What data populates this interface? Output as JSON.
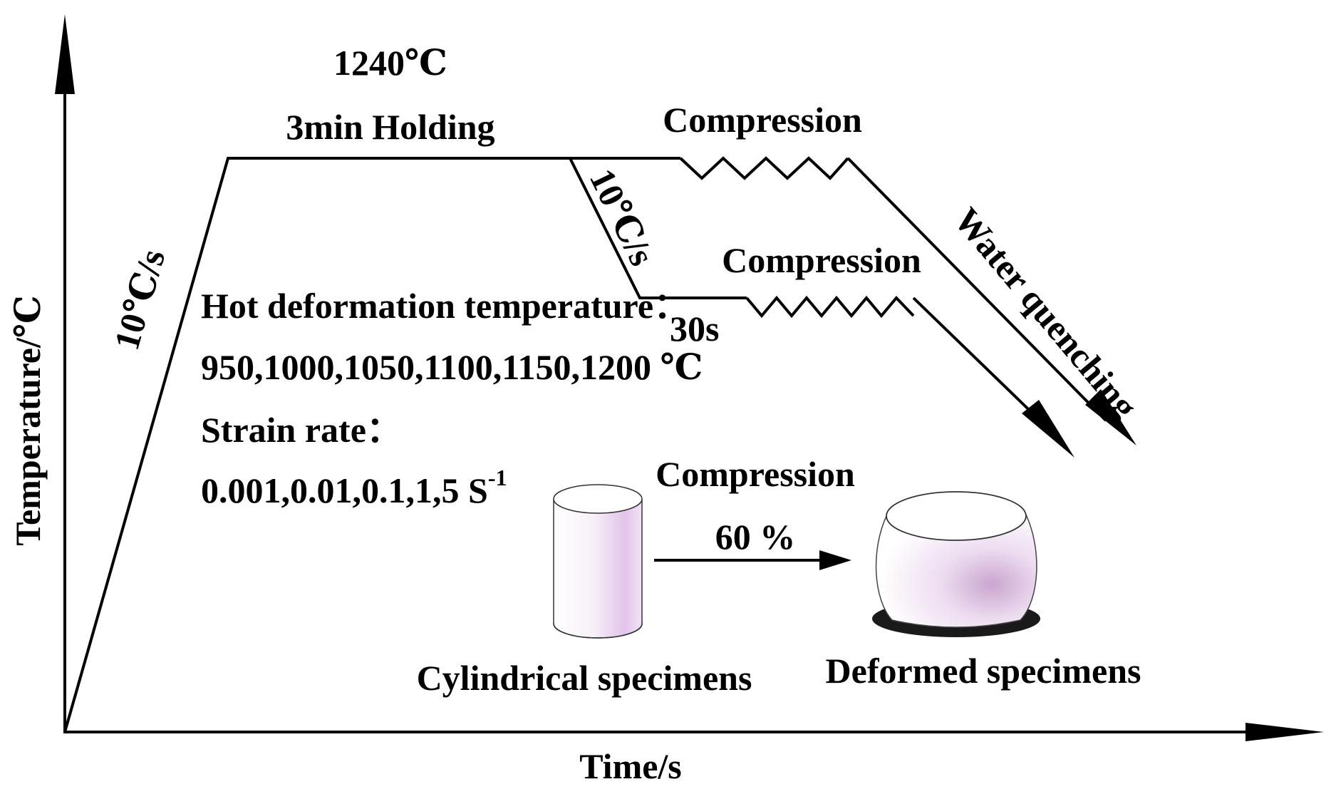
{
  "axes": {
    "y_label": "Temperature/℃",
    "x_label": "Time/s"
  },
  "process": {
    "heating_rate": "10℃/s",
    "hold_temperature": "1240℃",
    "hold_label": "3min Holding",
    "cooling_rate": "10℃/s",
    "hold_30s": "30s",
    "compression_upper": "Compression",
    "compression_lower": "Compression",
    "water_quenching": "Water quenching"
  },
  "conditions": {
    "deformation_temp_title": "Hot deformation temperature：",
    "deformation_temps": "950,1000,1050,1100,1150,1200 ℃",
    "strain_rate_title": "Strain rate：",
    "strain_rates": "0.001,0.01,0.1,1,5 S",
    "strain_rate_unit_exp": "-1"
  },
  "specimens": {
    "compression_label": "Compression",
    "reduction": "60 %",
    "cylindrical": "Cylindrical specimens",
    "deformed": "Deformed specimens"
  },
  "colors": {
    "line": "#000000",
    "specimen_tint": "#e6c6ec",
    "specimen_shadow": "#1a1a1a"
  }
}
